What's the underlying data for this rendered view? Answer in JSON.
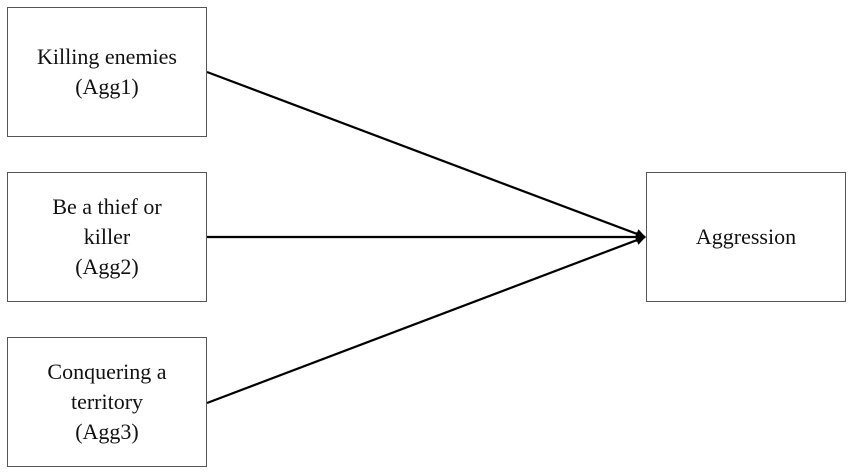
{
  "nodes": {
    "agg1": {
      "lines": [
        "Killing enemies",
        "(Agg1)"
      ]
    },
    "agg2": {
      "lines": [
        "Be a thief or",
        "killer",
        "(Agg2)"
      ]
    },
    "agg3": {
      "lines": [
        "Conquering a",
        "territory",
        "(Agg3)"
      ]
    },
    "aggression": {
      "lines": [
        "Aggression"
      ]
    }
  },
  "edges": [
    {
      "from": "agg1",
      "to": "aggression"
    },
    {
      "from": "agg2",
      "to": "aggression"
    },
    {
      "from": "agg3",
      "to": "aggression"
    }
  ]
}
